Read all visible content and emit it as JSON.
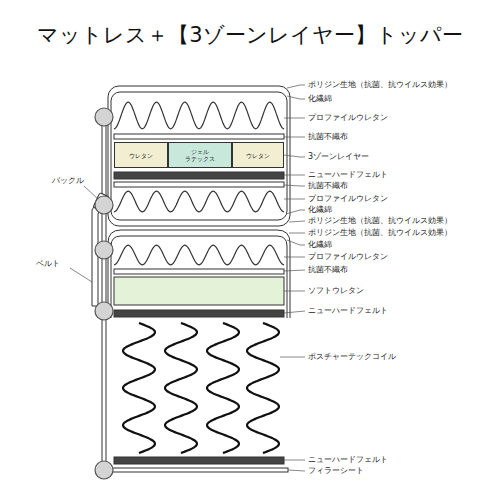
{
  "diagram": {
    "title": "マットレス＋【3ゾーンレイヤー】トッパー",
    "nodes": [
      {
        "text": [
          "ウレタン"
        ]
      },
      {
        "text": [
          "ジェル ラテックス"
        ]
      },
      {
        "text": [
          "ウレタン"
        ]
      }
    ],
    "labels": [
      "ポリジン生地（抗菌、抗ウイルス効果）",
      "化繊綿",
      "プロファイルウレタン",
      "抗菌不織布",
      "3ゾーンレイヤー",
      "ニューハードフェルト",
      "抗菌不織布",
      "プロファイルウレタン",
      "化繊綿",
      "ポリジン生地（抗菌、抗ウイルス効果）",
      "ポリジン生地（抗菌、抗ウイルス効果）",
      "化繊綿",
      "プロファイルウレタン",
      "抗菌不織布",
      "ソフトウレタン",
      "ニューハードフェルト",
      "ポスチャーテックコイル",
      "ニューハードフェルト",
      "フィラーシート",
      "バックル",
      "ベルト"
    ]
  }
}
